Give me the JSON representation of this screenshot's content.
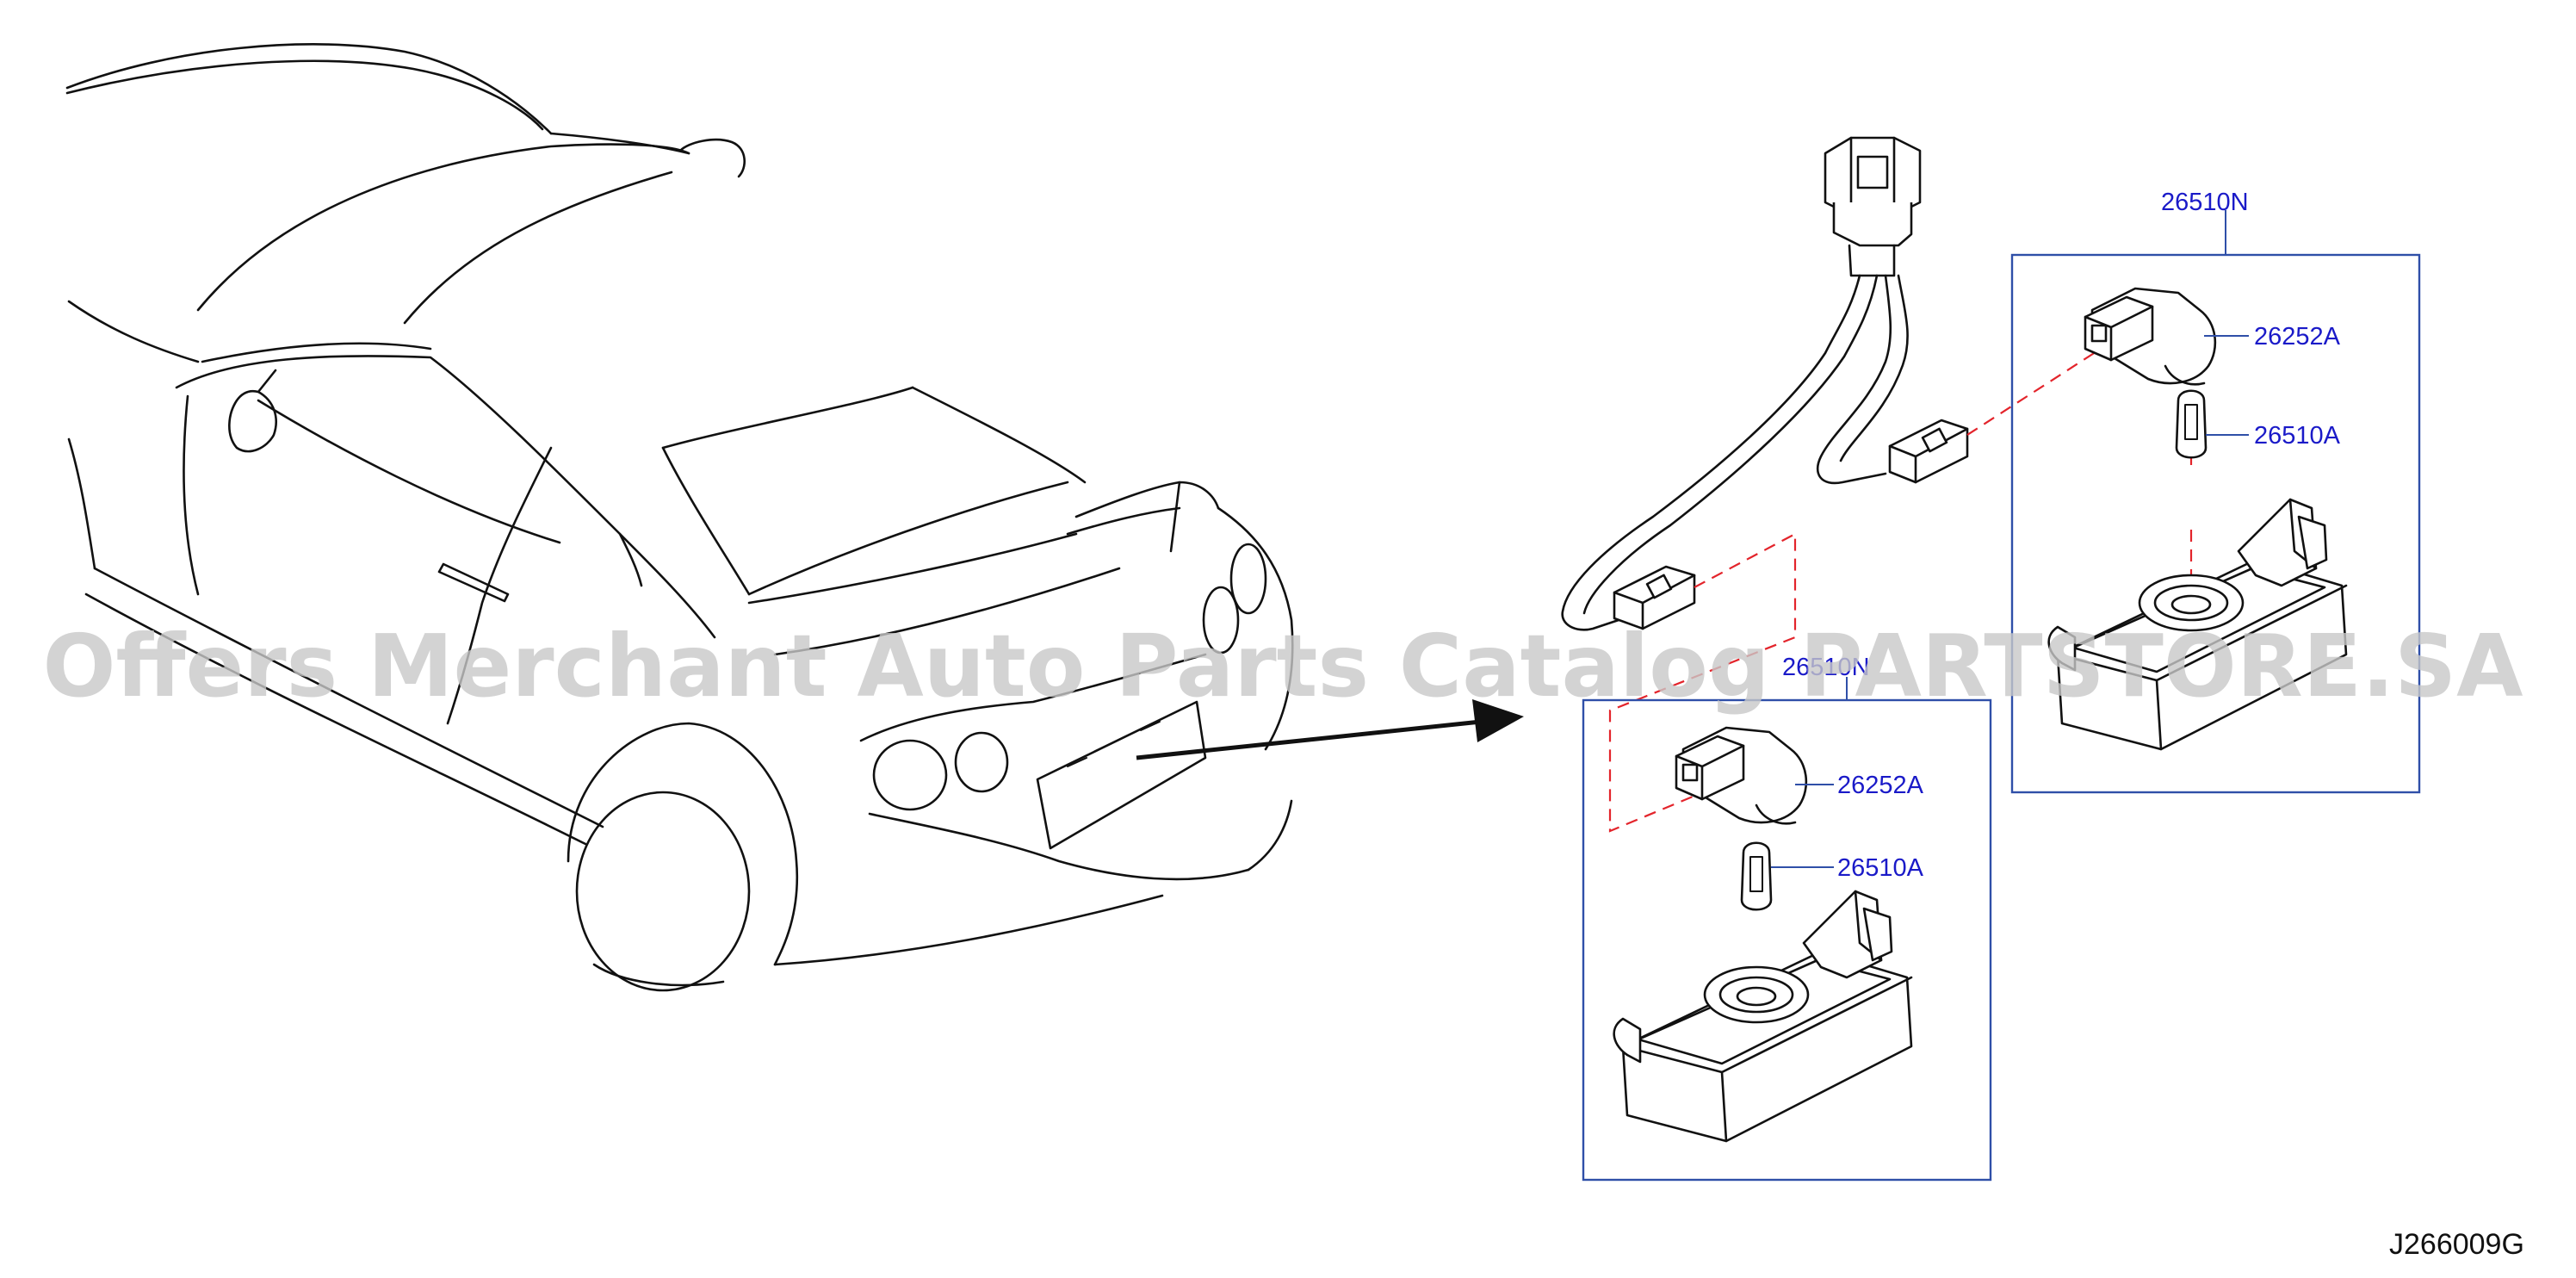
{
  "labels": {
    "assembly_right": "26510N",
    "socket_right": "26252A",
    "bulb_right": "26510A",
    "assembly_left": "26510N",
    "socket_left": "26252A",
    "bulb_left": "26510A"
  },
  "figure_code": "J266009G",
  "watermark": "Offers Merchant Auto Parts Catalog PARTSTORE.SA",
  "colors": {
    "callout_text": "#1a1ac8",
    "callout_box": "#2f4fa8",
    "dashed_line": "#e3242b",
    "line_art": "#111111",
    "watermark": "#c8c8c8"
  }
}
